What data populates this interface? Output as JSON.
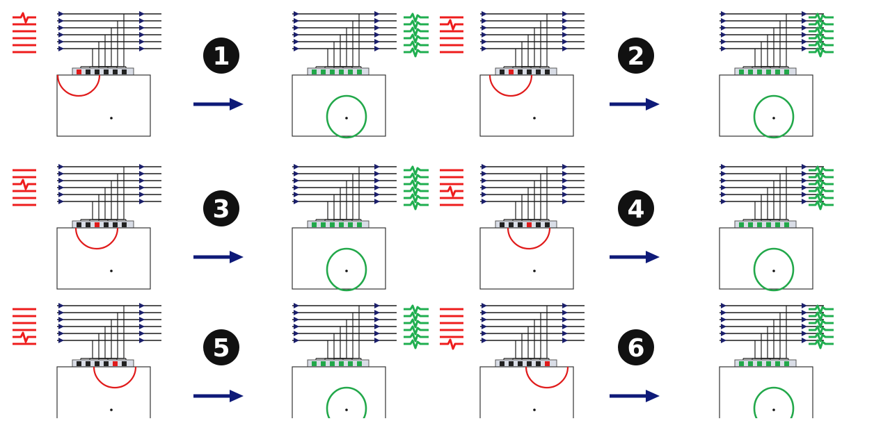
{
  "colors": {
    "waveform_before": "#ee1c1c",
    "waveform_after": "#1fae4f",
    "channel_line": "#1a1a1a",
    "channel_arrow": "#1b1f6b",
    "transition_arrow": "#0e1a78",
    "active_electrode": "#e01b1b",
    "inactive_electrode": "#222222",
    "restored_electrode": "#22a84a",
    "badge_fill": "#111111",
    "badge_text": "#ffffff"
  },
  "icons": {
    "step_badge": "filled-circle-number-icon",
    "transition_arrow": "right-arrow-icon",
    "channel_arrow": "channel-triangle-icon",
    "waveform": "waveform-trace-icon"
  },
  "electrode_count": 6,
  "steps": [
    {
      "label": "1",
      "active_electrode_index": 1
    },
    {
      "label": "2",
      "active_electrode_index": 2
    },
    {
      "label": "3",
      "active_electrode_index": 3
    },
    {
      "label": "4",
      "active_electrode_index": 4
    },
    {
      "label": "5",
      "active_electrode_index": 5
    },
    {
      "label": "6",
      "active_electrode_index": 6
    }
  ]
}
